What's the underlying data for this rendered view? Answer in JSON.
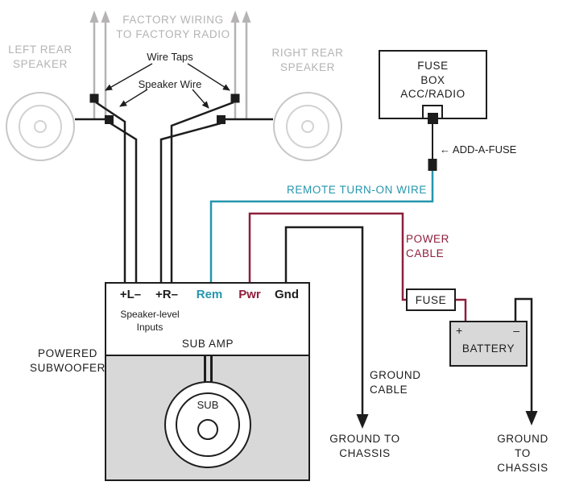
{
  "colors": {
    "remote_wire": "#2596ad",
    "power_wire": "#8e1f3c",
    "factory_gray": "#b5b3b3",
    "wire_black": "#1d1d1d",
    "panel_gray": "#d8d8d8"
  },
  "factory": {
    "wiring_label": "FACTORY WIRING\nTO FACTORY RADIO",
    "wire_taps_label": "Wire Taps",
    "speaker_wire_label": "Speaker Wire"
  },
  "speakers": {
    "left_label": "LEFT REAR\nSPEAKER",
    "right_label": "RIGHT REAR\nSPEAKER"
  },
  "fuse_box": {
    "title": "FUSE BOX",
    "slot_label": "ACC/RADIO",
    "add_a_fuse_label": "← ADD-A-FUSE"
  },
  "wires": {
    "remote_label": "REMOTE TURN-ON WIRE",
    "power_label": "POWER\nCABLE",
    "ground_label": "GROUND\nCABLE"
  },
  "amp": {
    "unit_label": "POWERED\nSUBWOOFER",
    "inputs_label": "Speaker-level\nInputs",
    "amp_label": "SUB AMP",
    "sub_label": "SUB",
    "terminals": [
      {
        "id": "left-input",
        "label": "+L–"
      },
      {
        "id": "right-input",
        "label": "+R–"
      },
      {
        "id": "remote",
        "label": "Rem"
      },
      {
        "id": "power",
        "label": "Pwr"
      },
      {
        "id": "ground",
        "label": "Gnd"
      }
    ]
  },
  "power_path": {
    "fuse_label": "FUSE",
    "battery_label": "BATTERY",
    "battery_plus": "+",
    "battery_minus": "–"
  },
  "grounds": {
    "amp_ground": "GROUND TO\nCHASSIS",
    "battery_ground": "GROUND TO\nCHASSIS"
  }
}
